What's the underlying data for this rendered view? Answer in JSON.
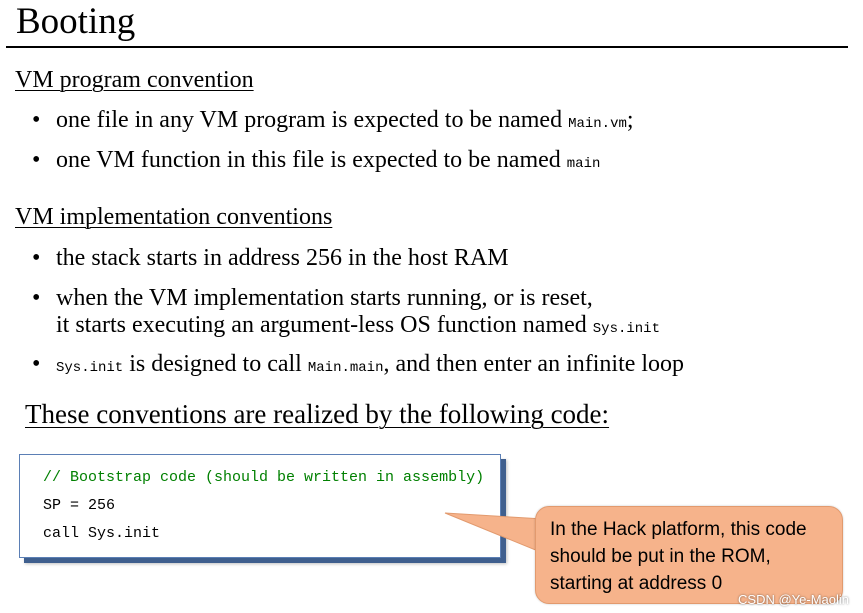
{
  "slide": {
    "title": "Booting"
  },
  "vm_program": {
    "heading": "VM program convention",
    "bullet_glyph": "•",
    "items": [
      {
        "text": "one file in any VM program is expected to be named ",
        "code": "Main.vm",
        "tail": ";"
      },
      {
        "text": "one VM function in this file is expected to be named ",
        "code": "main",
        "tail": ""
      }
    ]
  },
  "vm_impl": {
    "heading": "VM implementation conventions",
    "item1": "the stack starts in address 256 in the host RAM",
    "item2_line1": "when the VM implementation starts running, or is reset,",
    "item2_line2_text": "it starts executing an argument-less OS function named ",
    "item2_line2_code": "Sys.init",
    "item3_code1": "Sys.init",
    "item3_text1": " is designed to call ",
    "item3_code2": "Main.main",
    "item3_text2": ", and then enter an infinite loop"
  },
  "realized": {
    "heading": "These conventions are realized by the following code:"
  },
  "code": {
    "comment": "// Bootstrap code (should be written in assembly)",
    "line1": "SP = 256",
    "line2": "call Sys.init"
  },
  "callout": {
    "line1": "In the Hack platform, this code",
    "line2": "should be put in the ROM,",
    "line3": "starting at address 0"
  },
  "watermark": "CSDN @Ye-Maolin",
  "colors": {
    "code_comment": "#008000",
    "callout_fill": "#f6b38b",
    "code_border": "#5b7fb5"
  }
}
